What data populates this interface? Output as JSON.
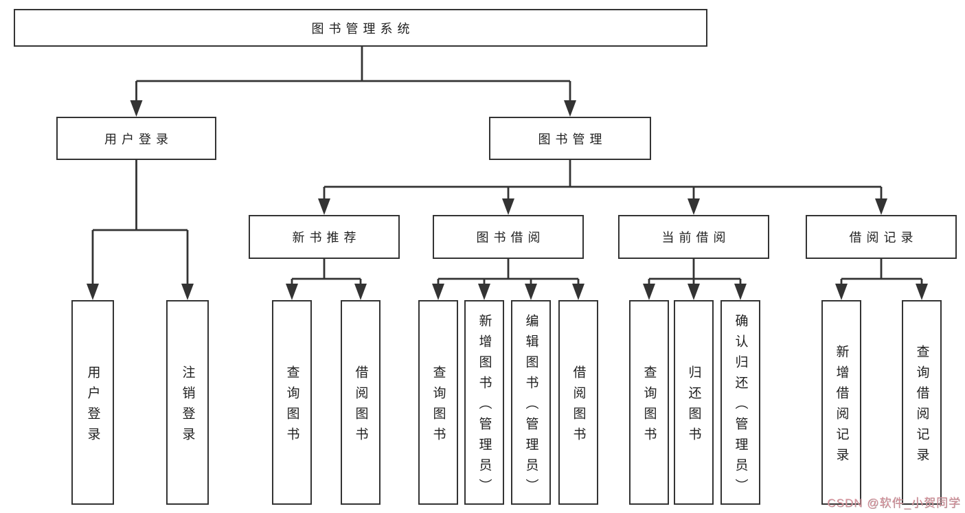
{
  "diagram_title": "图书管理系统",
  "tree": {
    "label": "图书管理系统",
    "children": [
      {
        "label": "用户登录",
        "children": [
          {
            "label": "用户登录"
          },
          {
            "label": "注销登录"
          }
        ]
      },
      {
        "label": "图书管理",
        "children": [
          {
            "label": "新书推荐",
            "children": [
              {
                "label": "查询图书"
              },
              {
                "label": "借阅图书"
              }
            ]
          },
          {
            "label": "图书借阅",
            "children": [
              {
                "label": "查询图书"
              },
              {
                "label": "新增图书（管理员）"
              },
              {
                "label": "编辑图书（管理员）"
              },
              {
                "label": "借阅图书"
              }
            ]
          },
          {
            "label": "当前借阅",
            "children": [
              {
                "label": "查询图书"
              },
              {
                "label": "归还图书"
              },
              {
                "label": "确认归还（管理员）"
              }
            ]
          },
          {
            "label": "借阅记录",
            "children": [
              {
                "label": "新增借阅记录"
              },
              {
                "label": "查询借阅记录"
              }
            ]
          }
        ]
      }
    ]
  },
  "watermark": {
    "text": "CSDN @软件_小贺同学"
  },
  "colors": {
    "line": "#333333",
    "box_border": "#333333",
    "box_fill": "#ffffff",
    "text": "#1f1f1f",
    "watermark": "#d9919b",
    "background": "#ffffff"
  }
}
